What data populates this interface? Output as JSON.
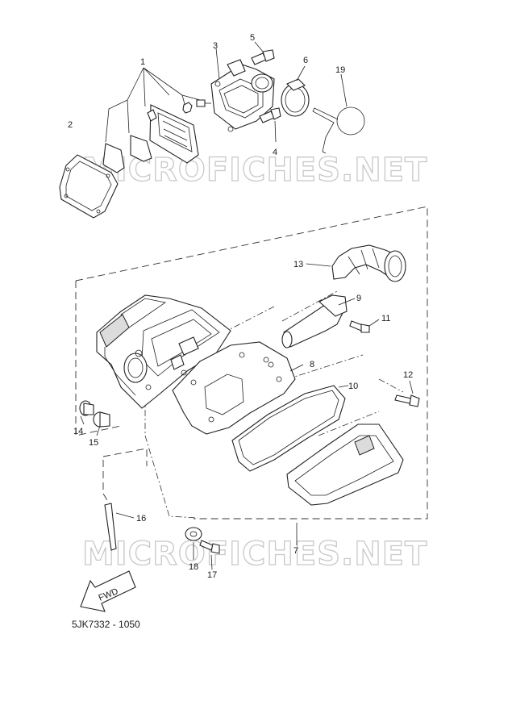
{
  "watermark_text": "MICROFICHES.NET",
  "diagram_code": "5JK7332 - 1050",
  "fwd_label": "FWD",
  "callouts": {
    "c1": "1",
    "c2": "2",
    "c3": "3",
    "c4": "4",
    "c5": "5",
    "c6": "6",
    "c7": "7",
    "c8": "8",
    "c9": "9",
    "c10": "10",
    "c11": "11",
    "c12": "12",
    "c13": "13",
    "c14": "14",
    "c15": "15",
    "c16": "16",
    "c17": "17",
    "c18": "18",
    "c19": "19"
  }
}
